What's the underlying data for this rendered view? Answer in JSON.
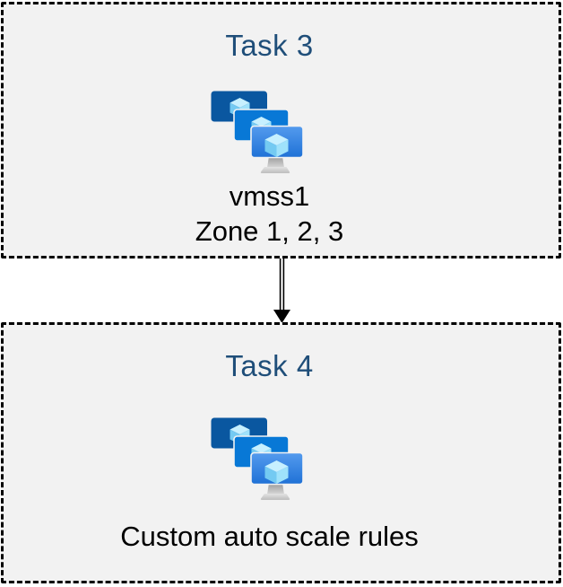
{
  "diagram": {
    "background": "#ffffff",
    "box_fill": "#f2f2f2",
    "box_border_color": "#000000",
    "title_color": "#1f4e79",
    "label_color": "#000000",
    "arrow_color": "#000000"
  },
  "icon_colors": {
    "back_screen": "#0a57a0",
    "middle_screen": "#0878d6",
    "front_screen_top": "#549bee",
    "front_screen_bottom": "#1f71d6",
    "cube_top_face": "#c7f0ff",
    "cube_left_face": "#74caf2",
    "cube_right_face": "#9fe2fb",
    "stand_gray_light": "#dcdcdc",
    "stand_gray_dark": "#979797"
  },
  "boxes": [
    {
      "title": "Task 3",
      "icon": "vm-scale-sets",
      "labels": [
        "vmss1",
        "Zone 1, 2, 3"
      ]
    },
    {
      "title": "Task 4",
      "icon": "vm-scale-sets",
      "labels": [
        "Custom auto scale rules"
      ]
    }
  ],
  "connector": {
    "from": "Task 3",
    "to": "Task 4",
    "style": "double-line",
    "direction": "down"
  }
}
